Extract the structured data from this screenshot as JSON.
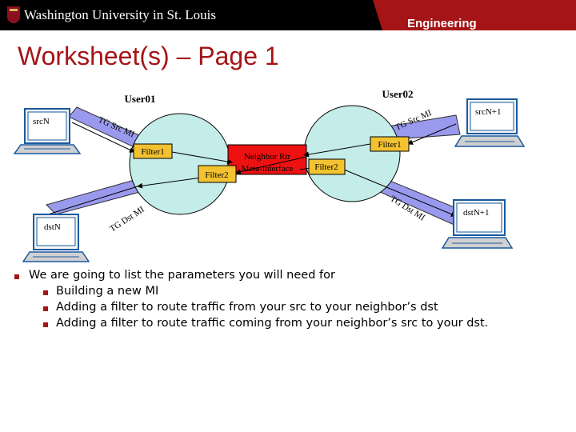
{
  "header": {
    "university": "Washington University in St. Louis",
    "school": "Engineering",
    "accent_color": "#a51417"
  },
  "slide": {
    "title": "Worksheet(s) – Page 1"
  },
  "diagram": {
    "user01": "User01",
    "user02": "User02",
    "src_n": "srcN",
    "dst_n": "dstN",
    "src_n1": "srcN+1",
    "dst_n1": "dstN+1",
    "tg_src_mi_left": "TG Src MI",
    "tg_dst_mi_left": "TG Dst MI",
    "tg_src_mi_right": "TG Src MI",
    "tg_dst_mi_right": "TG Dst MI",
    "filter1_left": "Filter1",
    "filter2_left": "Filter2",
    "filter1_right": "Filter1",
    "filter2_right": "Filter2",
    "neighbor_line1": "Neighbor Rtr",
    "neighbor_line2": "Meta-interface"
  },
  "bullets": {
    "b1": "We are going to list the parameters you will need for",
    "b1a": "Building a new MI",
    "b1b": "Adding a filter to route traffic from your src to your neighbor’s dst",
    "b1c": "Adding a filter to route traffic coming from your neighbor’s src to your dst."
  }
}
